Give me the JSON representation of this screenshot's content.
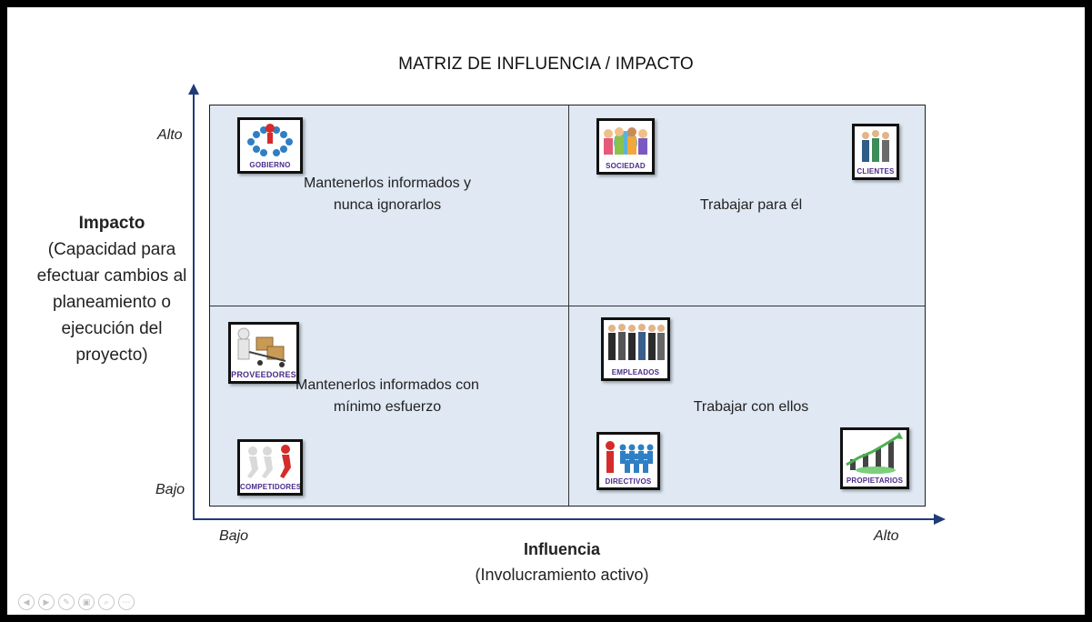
{
  "title": "MATRIZ DE INFLUENCIA / IMPACTO",
  "y_axis": {
    "title": "Impacto",
    "subtitle": "(Capacidad para efectuar cambios al planeamiento o ejecución del proyecto)",
    "low": "Bajo",
    "high": "Alto"
  },
  "x_axis": {
    "title": "Influencia",
    "subtitle": "(Involucramiento activo)",
    "low": "Bajo",
    "high": "Alto"
  },
  "quadrants": {
    "top_left": {
      "text": "Mantenerlos informados y nunca ignorarlos"
    },
    "top_right": {
      "text": "Trabajar para él"
    },
    "bottom_left": {
      "text": "Mantenerlos informados con mínimo esfuerzo"
    },
    "bottom_right": {
      "text": "Trabajar con ellos"
    }
  },
  "stakeholders": {
    "gobierno": {
      "label": "GOBIERNO",
      "icon": "crowd-circle-icon"
    },
    "sociedad": {
      "label": "SOCIEDAD",
      "icon": "people-group-icon"
    },
    "clientes": {
      "label": "CLIENTES",
      "icon": "business-people-icon"
    },
    "proveedores": {
      "label": "PROVEEDORES",
      "icon": "delivery-cart-icon"
    },
    "competidores": {
      "label": "COMPETIDORES",
      "icon": "runners-race-icon"
    },
    "empleados": {
      "label": "EMPLEADOS",
      "icon": "office-team-icon"
    },
    "directivos": {
      "label": "DIRECTIVOS",
      "icon": "leader-crowd-icon"
    },
    "propietarios": {
      "label": "PROPIETARIOS",
      "icon": "growth-chart-people-icon"
    }
  },
  "colors": {
    "quadrant_fill": "#dfe8f3",
    "axis": "#1f3c78",
    "icon_label": "#4b2a8a"
  },
  "controls": [
    "previous-icon",
    "next-icon",
    "pen-icon",
    "slides-icon",
    "zoom-icon",
    "more-icon"
  ]
}
